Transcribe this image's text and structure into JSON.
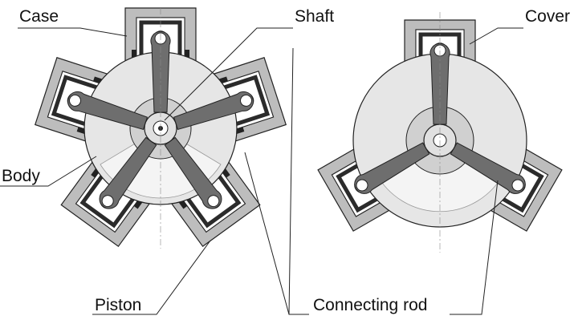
{
  "labels": {
    "case": "Case",
    "shaft": "Shaft",
    "cover": "Cover",
    "body": "Body",
    "piston": "Piston",
    "connecting_rod": "Connecting rod"
  },
  "colors": {
    "case": "#bdbdbd",
    "body": "#e6e6e6",
    "rod": "#6e6e6e",
    "piston": "#3a3a3a"
  }
}
